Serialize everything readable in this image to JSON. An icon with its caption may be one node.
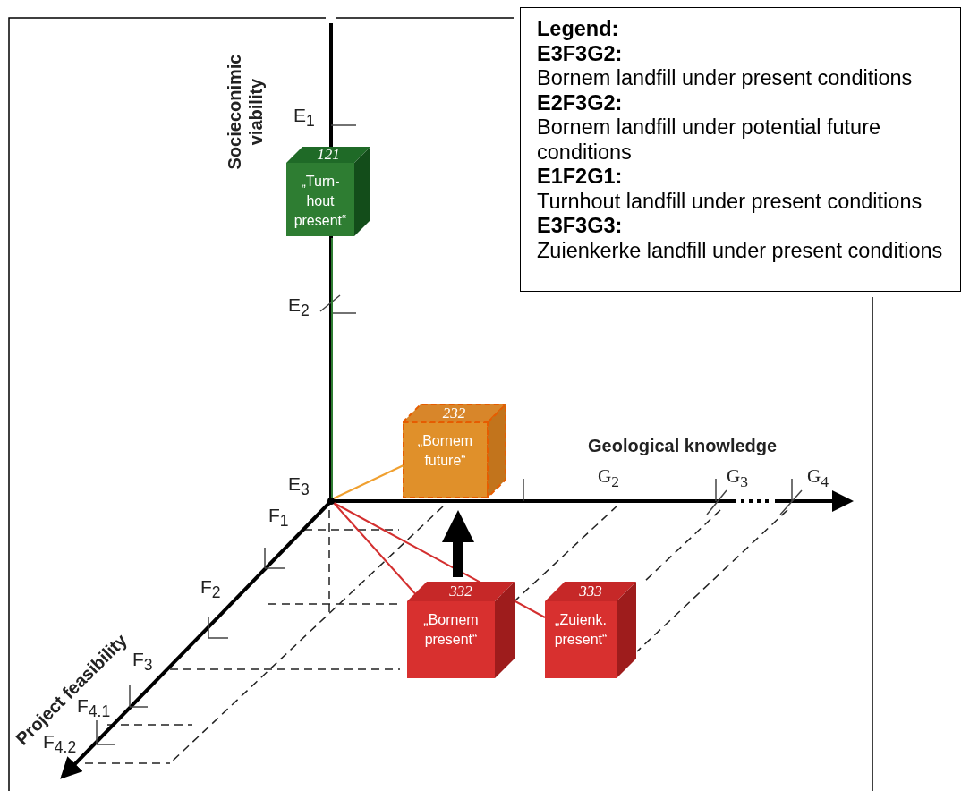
{
  "diagram": {
    "nodes": [
      {
        "text": [
          "Legend:",
          "E3F3G2:",
          "Bornem landfill under present conditions",
          "E2F3G2:",
          "Bornem landfill under potential future conditions",
          "E1F2G1:",
          "Turnhout landfill under present conditions",
          "E3F3G3:",
          "Zuienkerke landfill under present conditions"
        ]
      },
      {
        "text": [],
        "shape": "point"
      },
      {
        "text": [
          "121",
          "„Turn- hout present“"
        ]
      },
      {
        "text": [
          "232",
          "„Bornem future“"
        ]
      },
      {
        "text": [
          "332",
          "„Bornem present“"
        ]
      },
      {
        "text": [
          "333",
          "„Zuienk. present“"
        ]
      }
    ],
    "edges": [
      {
        "from": 1,
        "to": 2,
        "arrow": "none",
        "color": "#2e7d32"
      },
      {
        "from": 1,
        "to": 3,
        "arrow": "none",
        "color": "#f0a030"
      },
      {
        "from": 1,
        "to": 4,
        "arrow": "none",
        "color": "#d32f2f"
      },
      {
        "from": 1,
        "to": 5,
        "arrow": "none",
        "color": "#d32f2f"
      },
      {
        "from": 4,
        "to": 3,
        "arrow": "to",
        "style": "thick",
        "color": "#000000"
      }
    ],
    "labels": [
      "Socieconimic viability",
      "E$_{1}$",
      "E$_{2}$",
      "Geological knowledge",
      "E$_{3}$",
      "G$_{2}$",
      "G$_{3}$",
      "G$_{4}$",
      "F$_{1}$",
      "F$_{2}$",
      "F$_{3}$",
      "F$_{4.1}$",
      "F$_{4.2}$",
      "Project feasibility"
    ]
  }
}
